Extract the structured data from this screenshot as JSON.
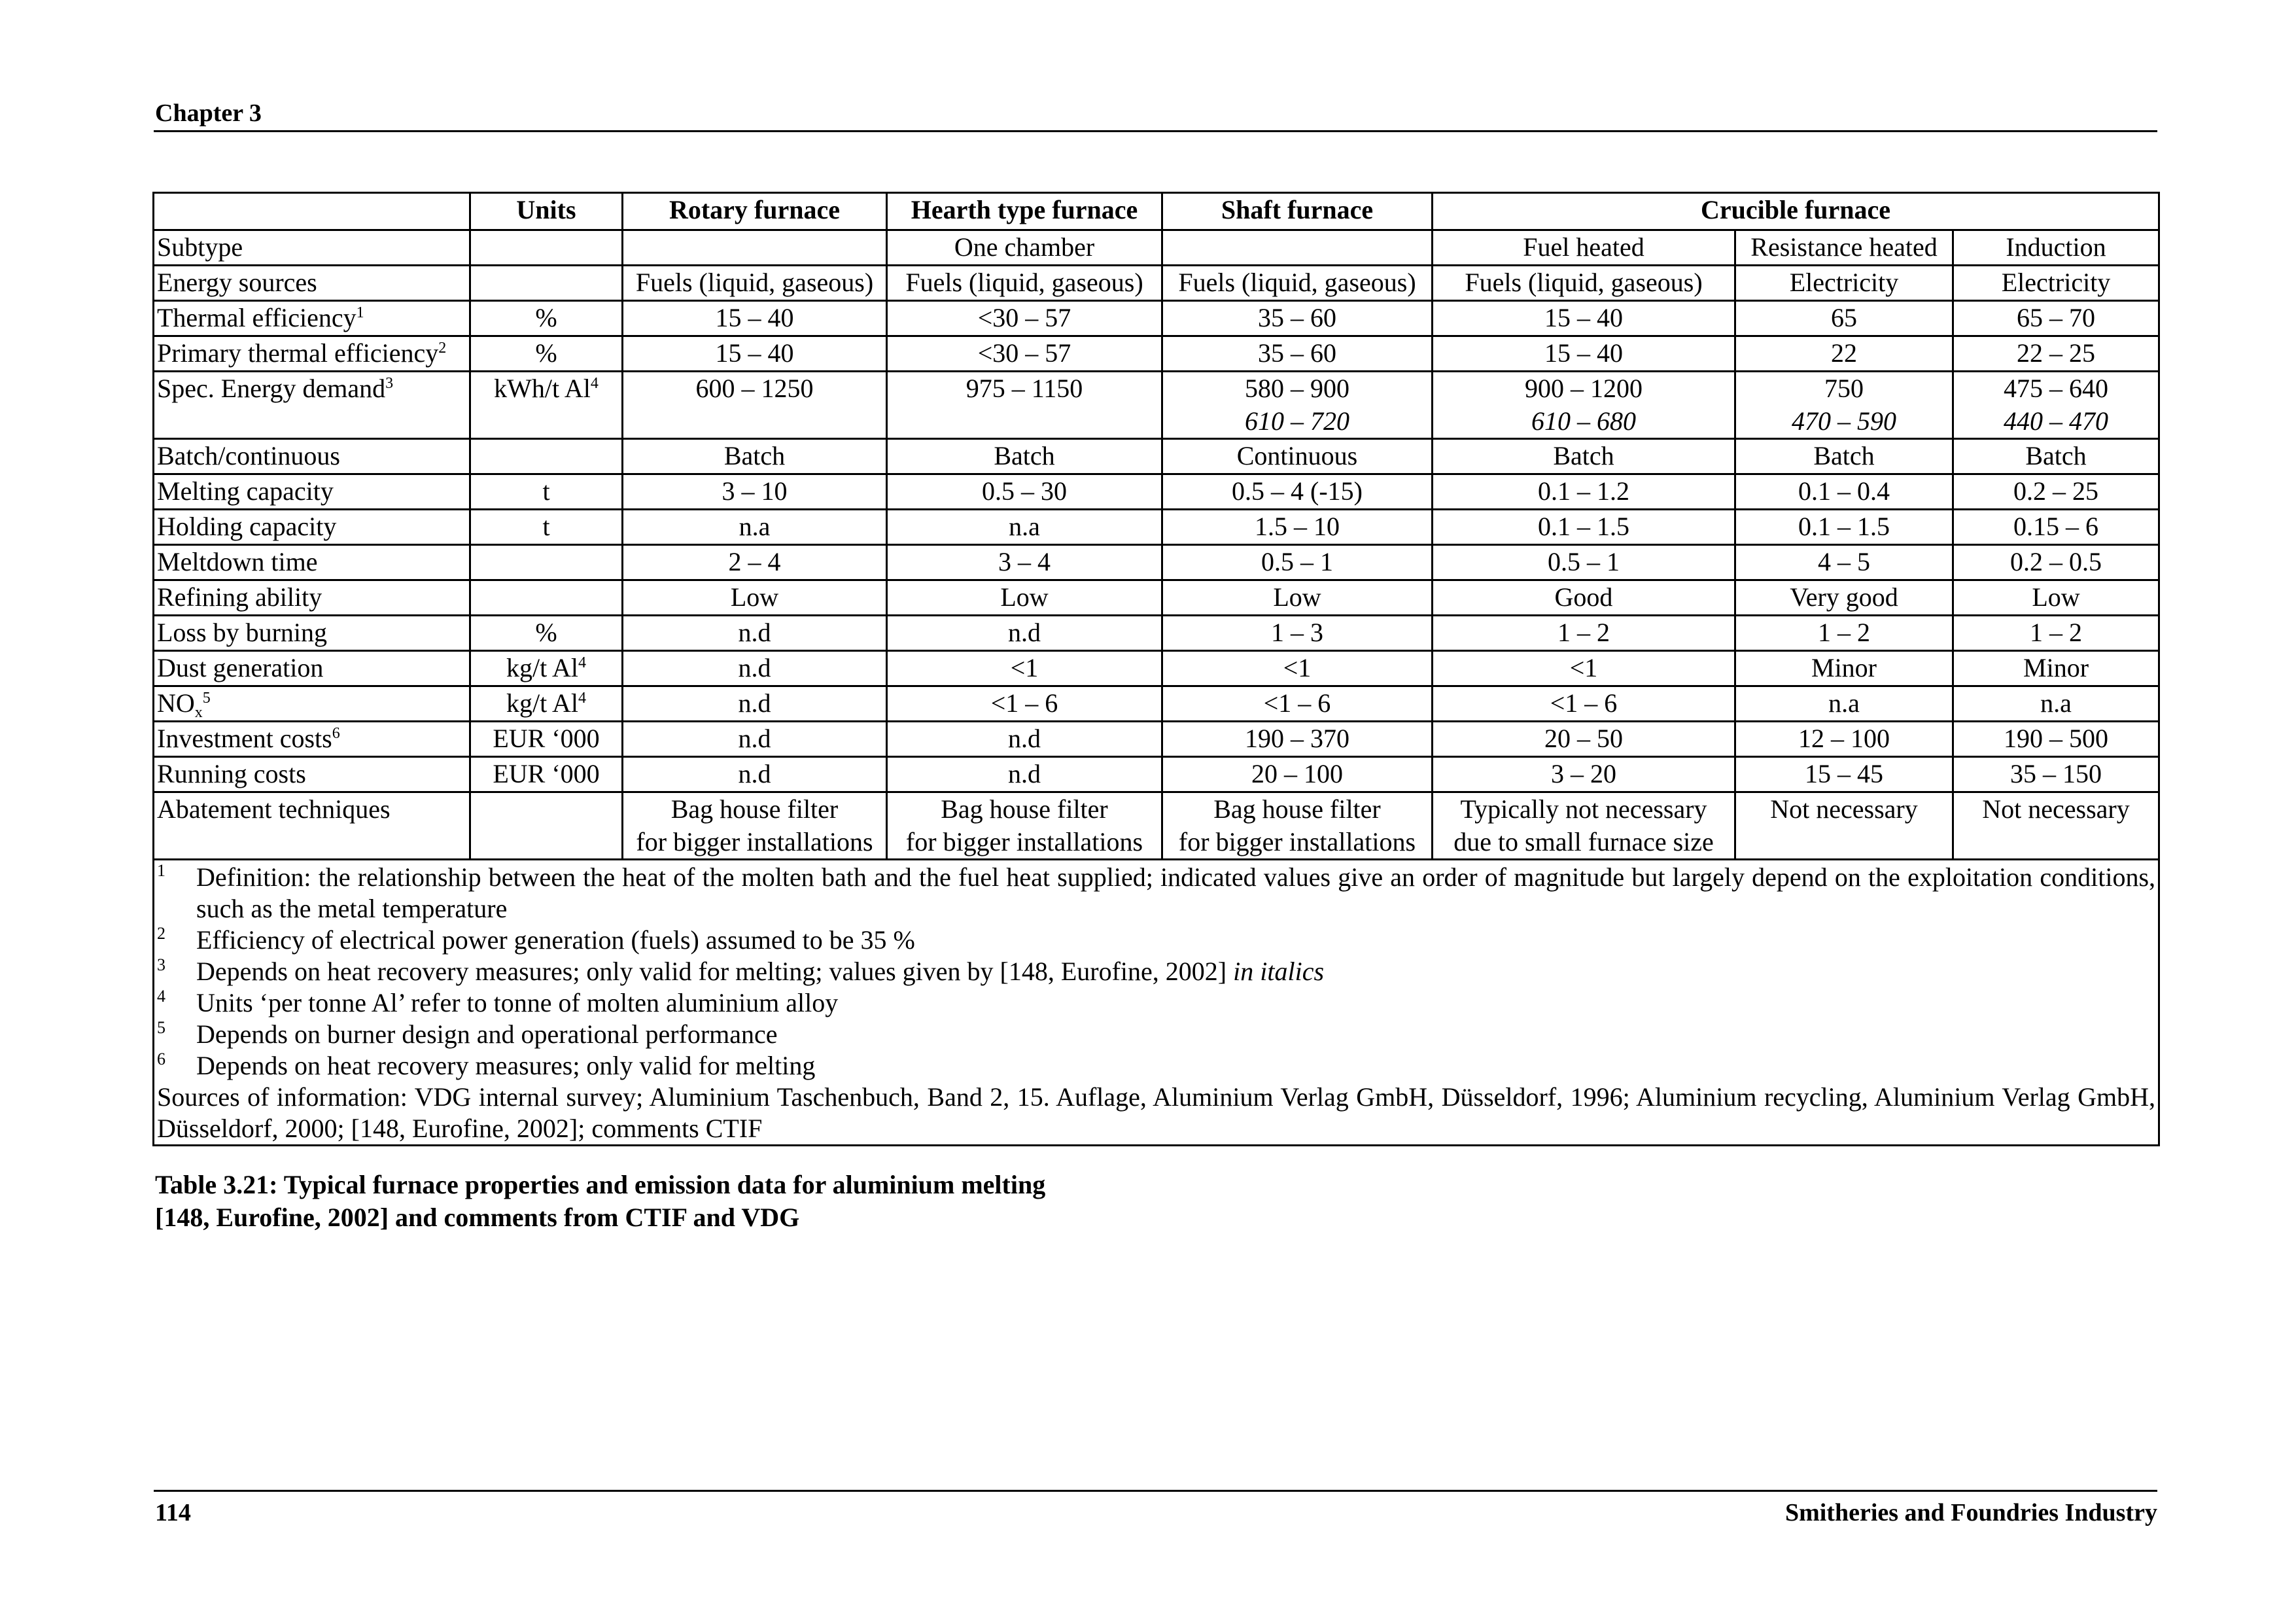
{
  "header": {
    "chapter": "Chapter 3"
  },
  "table": {
    "columns": {
      "units": "Units",
      "rotary": "Rotary furnace",
      "hearth": "Hearth type furnace",
      "shaft": "Shaft furnace",
      "crucible": "Crucible furnace"
    },
    "subtype": {
      "label": "Subtype",
      "hearth": "One chamber",
      "fuel_heated": "Fuel heated",
      "resistance_heated": "Resistance heated",
      "induction": "Induction"
    },
    "rows": [
      {
        "label": "Energy sources",
        "units": "",
        "rotary": "Fuels (liquid, gaseous)",
        "hearth": "Fuels (liquid, gaseous)",
        "shaft": "Fuels (liquid, gaseous)",
        "fuel": "Fuels (liquid, gaseous)",
        "resist": "Electricity",
        "induct": "Electricity"
      },
      {
        "label": "Thermal efficiency",
        "label_sup": "1",
        "units": "%",
        "rotary": "15 – 40",
        "hearth": "<30 – 57",
        "shaft": "35 – 60",
        "fuel": "15 – 40",
        "resist": "65",
        "induct": "65 – 70"
      },
      {
        "label": "Primary thermal efficiency",
        "label_sup": "2",
        "units": "%",
        "rotary": "15 – 40",
        "hearth": "<30 – 57",
        "shaft": "35 – 60",
        "fuel": "15 – 40",
        "resist": "22",
        "induct": "22 – 25"
      },
      {
        "label": "Spec. Energy demand",
        "label_sup": "3",
        "units": "kWh/t Al",
        "units_sup": "4",
        "rotary": "600 – 1250",
        "hearth": "975 – 1150",
        "shaft": "580 – 900",
        "shaft_it": "610 – 720",
        "fuel": "900 – 1200",
        "fuel_it": "610 – 680",
        "resist": "750",
        "resist_it": "470 – 590",
        "induct": "475 – 640",
        "induct_it": "440 – 470"
      },
      {
        "label": "Batch/continuous",
        "units": "",
        "rotary": "Batch",
        "hearth": "Batch",
        "shaft": "Continuous",
        "fuel": "Batch",
        "resist": "Batch",
        "induct": "Batch"
      },
      {
        "label": "Melting capacity",
        "units": "t",
        "rotary": "3 – 10",
        "hearth": "0.5 – 30",
        "shaft": "0.5 – 4 (-15)",
        "fuel": "0.1 – 1.2",
        "resist": "0.1 – 0.4",
        "induct": "0.2 – 25"
      },
      {
        "label": "Holding capacity",
        "units": "t",
        "rotary": "n.a",
        "hearth": "n.a",
        "shaft": "1.5 – 10",
        "fuel": "0.1 – 1.5",
        "resist": "0.1 – 1.5",
        "induct": "0.15 – 6"
      },
      {
        "label": "Meltdown time",
        "units": "",
        "rotary": "2 – 4",
        "hearth": "3 – 4",
        "shaft": "0.5 – 1",
        "fuel": "0.5 – 1",
        "resist": "4 – 5",
        "induct": "0.2 – 0.5"
      },
      {
        "label": "Refining ability",
        "units": "",
        "rotary": "Low",
        "hearth": "Low",
        "shaft": "Low",
        "fuel": "Good",
        "resist": "Very good",
        "induct": "Low"
      },
      {
        "label": "Loss by burning",
        "units": "%",
        "rotary": "n.d",
        "hearth": "n.d",
        "shaft": "1 – 3",
        "fuel": "1 – 2",
        "resist": "1 – 2",
        "induct": "1 – 2"
      },
      {
        "label": "Dust generation",
        "units": "kg/t Al",
        "units_sup": "4",
        "rotary": "n.d",
        "hearth": "<1",
        "shaft": "<1",
        "fuel": "<1",
        "resist": "Minor",
        "induct": "Minor"
      },
      {
        "label": "NO",
        "label_sub": "x",
        "label_sup": "5",
        "units": "kg/t Al",
        "units_sup": "4",
        "rotary": "n.d",
        "hearth": "<1 – 6",
        "shaft": "<1 – 6",
        "fuel": "<1 – 6",
        "resist": "n.a",
        "induct": "n.a"
      },
      {
        "label": "Investment costs",
        "label_sup": "6",
        "units": "EUR ‘000",
        "rotary": "n.d",
        "hearth": "n.d",
        "shaft": "190 – 370",
        "fuel": "20 – 50",
        "resist": "12 – 100",
        "induct": "190 – 500"
      },
      {
        "label": "Running costs",
        "units": "EUR ‘000",
        "rotary": "n.d",
        "hearth": "n.d",
        "shaft": "20 – 100",
        "fuel": "3 – 20",
        "resist": "15 – 45",
        "induct": "35 – 150"
      },
      {
        "label": "Abatement techniques",
        "units": "",
        "rotary": "Bag house filter",
        "rotary2": "for bigger installations",
        "hearth": "Bag house filter",
        "hearth2": "for bigger installations",
        "shaft": "Bag house filter",
        "shaft2": "for bigger installations",
        "fuel": "Typically not necessary",
        "fuel2": "due to small furnace size",
        "resist": "Not necessary",
        "induct": "Not necessary"
      }
    ],
    "footnotes": [
      {
        "num": "1",
        "text": "Definition: the relationship between the heat of the molten bath and the fuel heat supplied; indicated values give an order of magnitude but largely depend on the exploitation conditions, such as the metal temperature"
      },
      {
        "num": "2",
        "text": "Efficiency of electrical power generation (fuels) assumed to be 35 %"
      },
      {
        "num": "3",
        "text": "Depends on heat recovery measures; only valid for melting; values given by [148, Eurofine, 2002]",
        "italic": "in italics"
      },
      {
        "num": "4",
        "text": "Units ‘per tonne Al’ refer to tonne of molten aluminium alloy"
      },
      {
        "num": "5",
        "text": "Depends on burner design and operational performance"
      },
      {
        "num": "6",
        "text": "Depends on heat recovery measures; only valid for melting"
      }
    ],
    "sources": "Sources of information: VDG internal survey; Aluminium Taschenbuch, Band 2, 15. Auflage, Aluminium Verlag GmbH, Düsseldorf, 1996; Aluminium recycling, Aluminium Verlag GmbH, Düsseldorf, 2000; [148, Eurofine, 2002]; comments CTIF"
  },
  "caption": {
    "line1": "Table 3.21: Typical furnace properties and emission data for aluminium melting",
    "line2": "[148, Eurofine, 2002] and comments from CTIF and VDG"
  },
  "footer": {
    "page": "114",
    "title": "Smitheries and Foundries Industry"
  }
}
